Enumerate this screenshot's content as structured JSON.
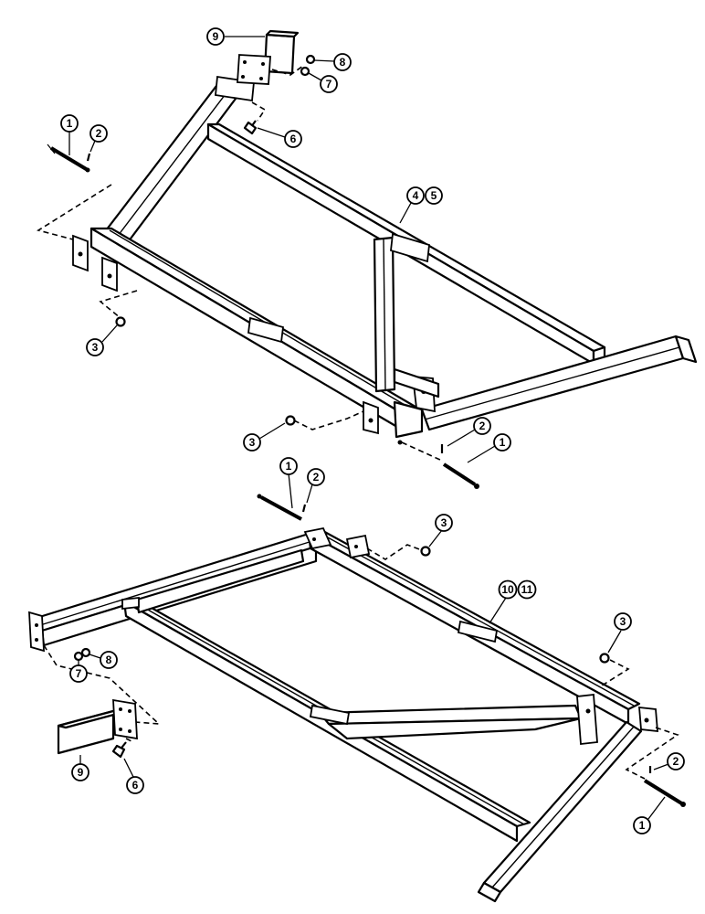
{
  "diagram": {
    "top_assembly": {
      "callouts": [
        {
          "id": "9",
          "label": "9"
        },
        {
          "id": "8",
          "label": "8"
        },
        {
          "id": "7",
          "label": "7"
        },
        {
          "id": "6",
          "label": "6"
        },
        {
          "id": "1",
          "label": "1"
        },
        {
          "id": "2",
          "label": "2"
        },
        {
          "id": "4",
          "label": "4"
        },
        {
          "id": "5",
          "label": "5"
        },
        {
          "id": "3a",
          "label": "3"
        },
        {
          "id": "3b",
          "label": "3"
        },
        {
          "id": "2b",
          "label": "2"
        },
        {
          "id": "1b",
          "label": "1"
        }
      ]
    },
    "bottom_assembly": {
      "callouts": [
        {
          "id": "1",
          "label": "1"
        },
        {
          "id": "2",
          "label": "2"
        },
        {
          "id": "3a",
          "label": "3"
        },
        {
          "id": "10",
          "label": "10"
        },
        {
          "id": "11",
          "label": "11"
        },
        {
          "id": "3b",
          "label": "3"
        },
        {
          "id": "7",
          "label": "7"
        },
        {
          "id": "8",
          "label": "8"
        },
        {
          "id": "9",
          "label": "9"
        },
        {
          "id": "6",
          "label": "6"
        },
        {
          "id": "2b",
          "label": "2"
        },
        {
          "id": "1b",
          "label": "1"
        }
      ]
    }
  }
}
